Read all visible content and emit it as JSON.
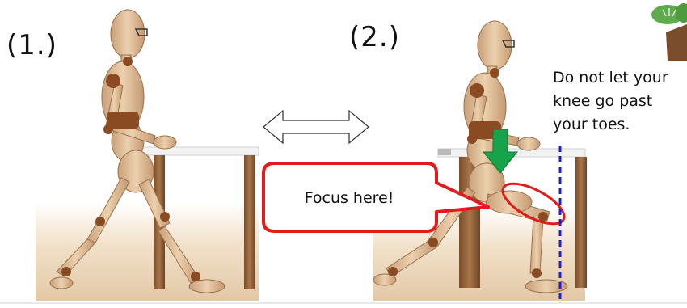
{
  "steps": {
    "first": "(1.)",
    "second": "(2.)"
  },
  "tip": {
    "line1": "Do not let your",
    "line2": "knee go past",
    "line3": "your toes."
  },
  "callout": {
    "text": "Focus here!"
  },
  "colors": {
    "wood": "#d9b48a",
    "wood_dark": "#8a4a22",
    "arrow_down": "#16a34a",
    "callout_border": "#e11b1b",
    "guide_line": "#1f1fcf",
    "floor": "#e9d2b4"
  }
}
